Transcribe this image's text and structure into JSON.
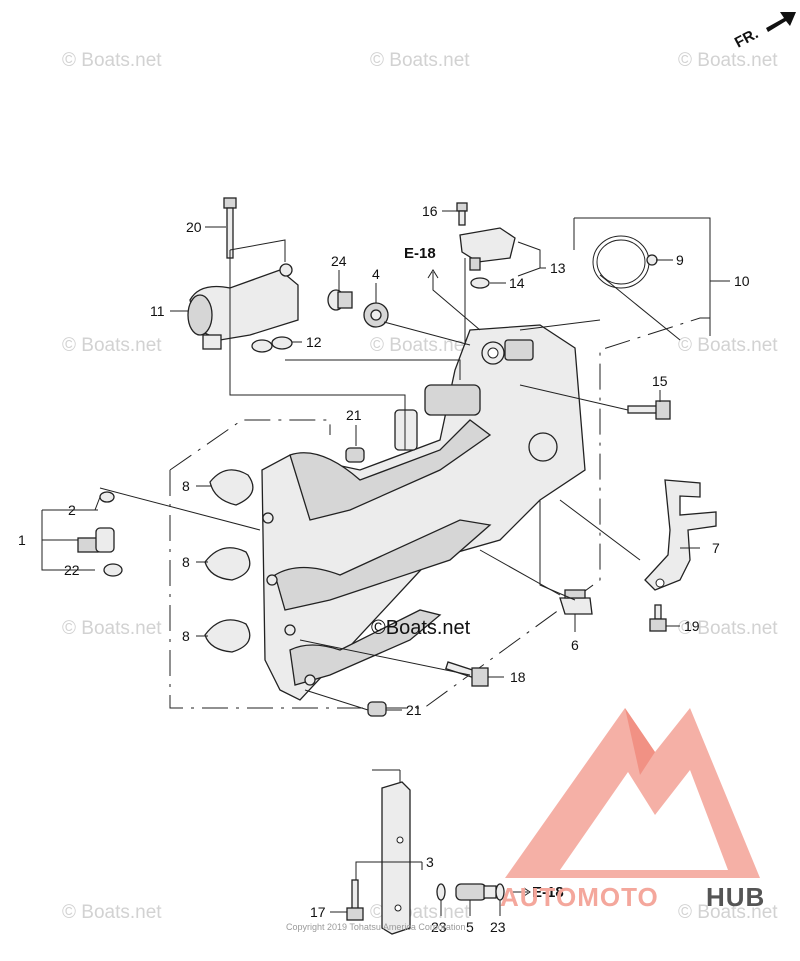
{
  "watermark": "© Boats.net",
  "center_mark": "©Boats.net",
  "copyright": "Copyright 2019 Tohatsu America Corporation",
  "direction": {
    "label": "FR."
  },
  "references": [
    "E-18",
    "E-18"
  ],
  "callouts": {
    "c1": "1",
    "c2": "2",
    "c3": "3",
    "c4": "4",
    "c5": "5",
    "c6": "6",
    "c7": "7",
    "c8a": "8",
    "c8b": "8",
    "c8c": "8",
    "c9": "9",
    "c10": "10",
    "c11": "11",
    "c12": "12",
    "c13": "13",
    "c14": "14",
    "c15": "15",
    "c16": "16",
    "c17": "17",
    "c18": "18",
    "c19": "19",
    "c20": "20",
    "c21a": "21",
    "c21b": "21",
    "c22": "22",
    "c23a": "23",
    "c23b": "23",
    "c24": "24"
  },
  "brand": {
    "part1": "AUTOMOTO",
    "part2": "HUB",
    "accent": "#f08a7c",
    "dark": "#555555"
  },
  "colors": {
    "line": "#222222",
    "watermark": "#d2d2d2"
  }
}
